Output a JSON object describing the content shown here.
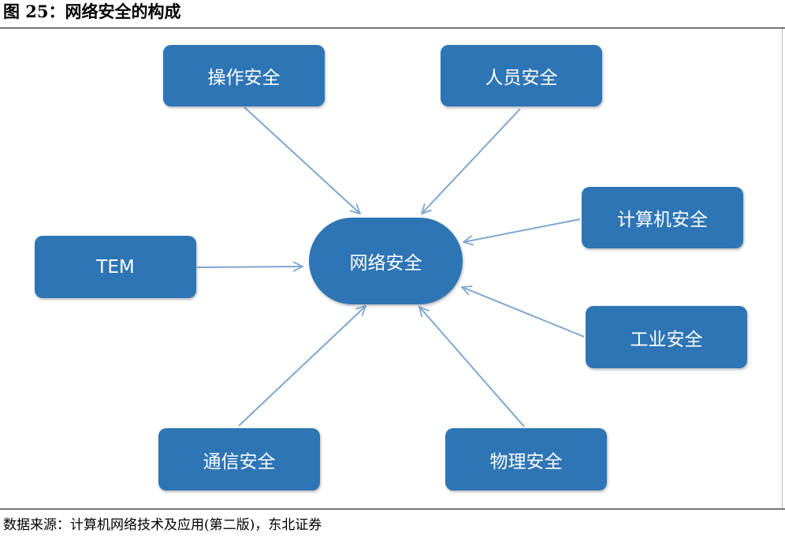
{
  "figure": {
    "title": "图 25：网络安全的构成",
    "source": "数据来源：计算机网络技术及应用(第二版)，东北证券"
  },
  "diagram": {
    "center": "网络安全",
    "nodes": {
      "operation": "操作安全",
      "personnel": "人员安全",
      "computer": "计算机安全",
      "tem": "TEM",
      "industrial": "工业安全",
      "communication": "通信安全",
      "physical": "物理安全"
    }
  },
  "colors": {
    "node_fill": "#2e75b6",
    "arrow": "#7ea6cf"
  }
}
